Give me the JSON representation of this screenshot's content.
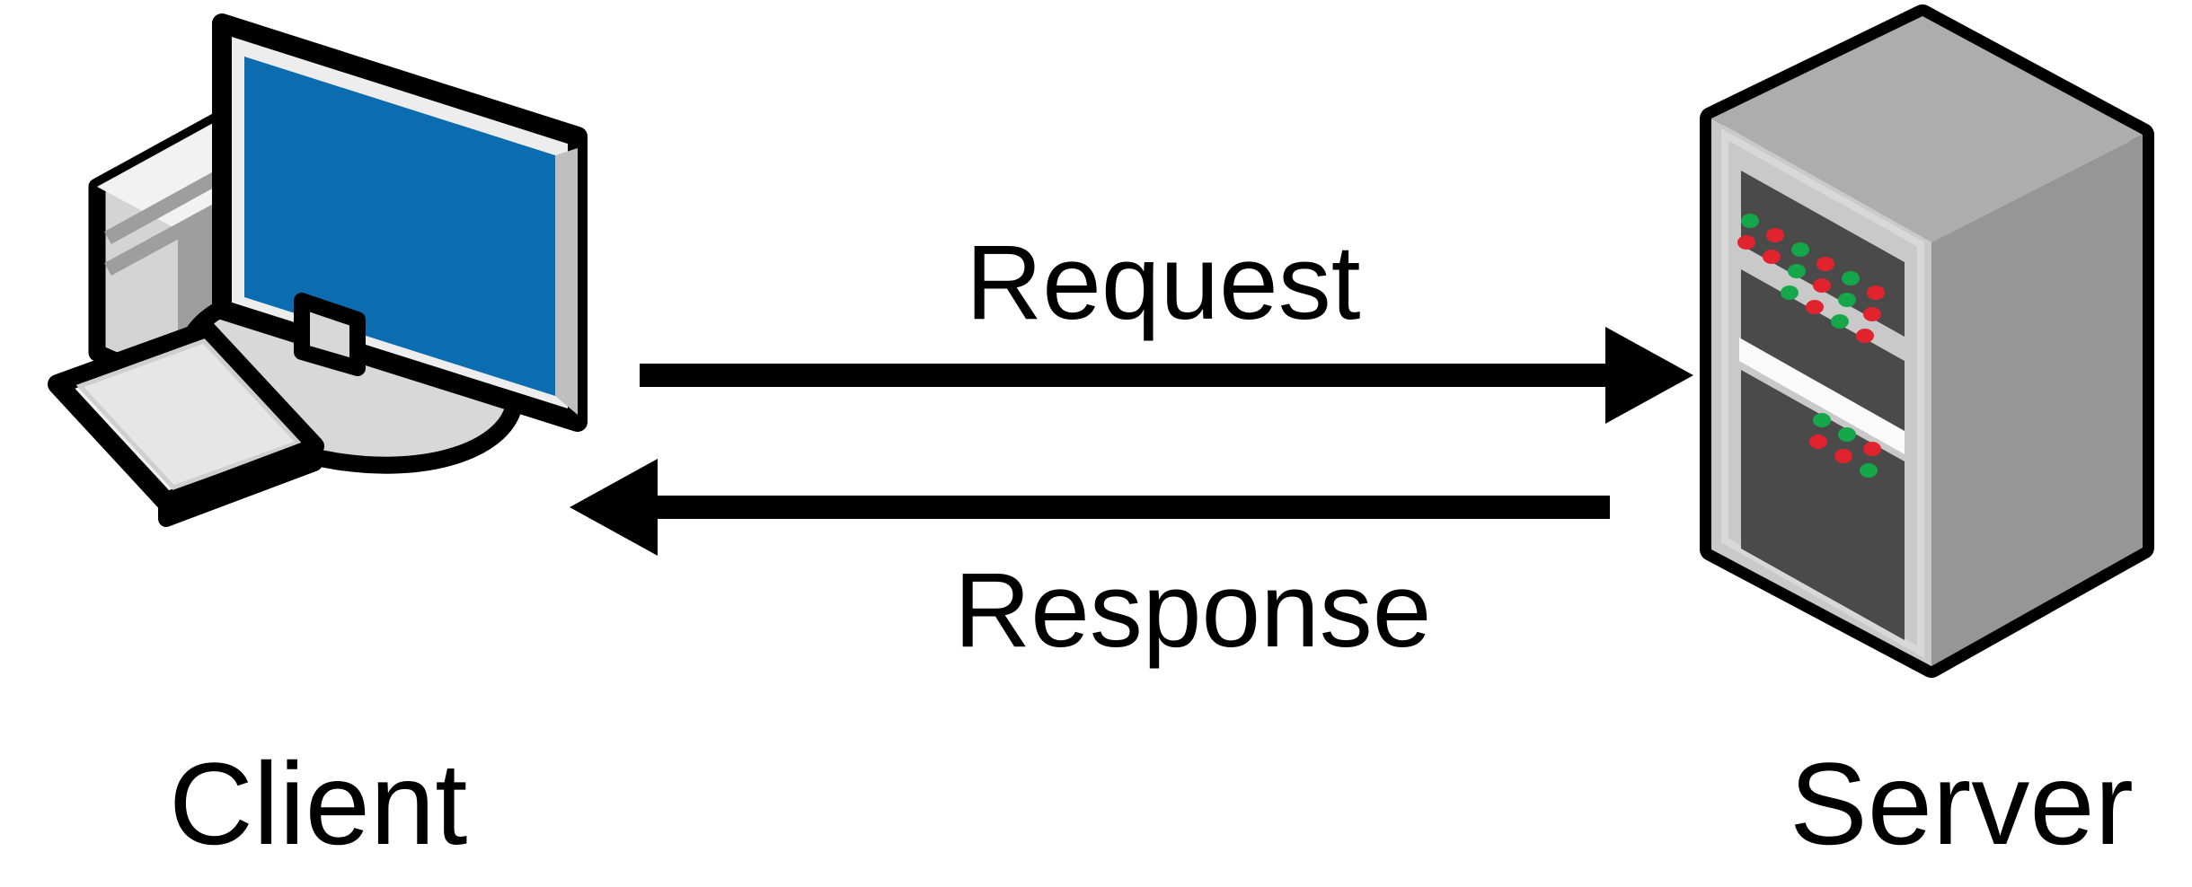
{
  "diagram": {
    "type": "client-server-request-response",
    "background_color": "#ffffff",
    "nodes": [
      {
        "id": "client",
        "label": "Client",
        "icon": "desktop-computer-icon",
        "screen_color": "#0B6CB0",
        "case_color": "#D4D4D4",
        "bezel_color": "#EDEDED",
        "outline_color": "#000000"
      },
      {
        "id": "server",
        "label": "Server",
        "icon": "server-tower-icon",
        "top_face_color": "#ADADAD",
        "front_face_color": "#C9C9C9",
        "side_face_color": "#969696",
        "bay_color": "#4A4A4A",
        "led_green": "#14A84B",
        "led_red": "#E1232E",
        "outline_color": "#000000"
      }
    ],
    "flows": [
      {
        "id": "request",
        "label": "Request",
        "direction": "client-to-server",
        "arrow_direction": "right",
        "color": "#000000"
      },
      {
        "id": "response",
        "label": "Response",
        "direction": "server-to-client",
        "arrow_direction": "left",
        "color": "#000000"
      }
    ]
  }
}
